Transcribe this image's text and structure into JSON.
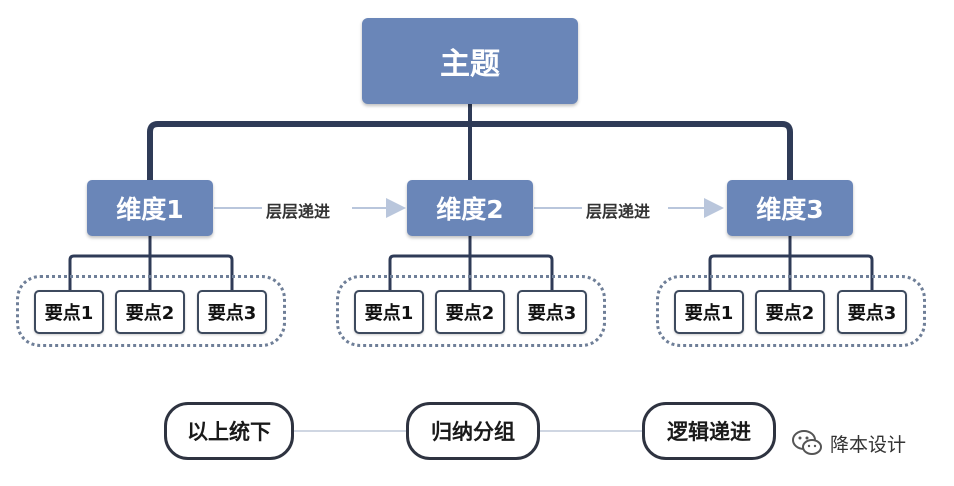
{
  "topic": "主题",
  "dimensions": [
    "维度1",
    "维度2",
    "维度3"
  ],
  "progression_label": "层层递进",
  "points": [
    "要点1",
    "要点2",
    "要点3"
  ],
  "principles": [
    "以上统下",
    "归纳分组",
    "逻辑递进"
  ],
  "watermark": "降本设计",
  "colors": {
    "box_fill": "#6a86b8",
    "connector": "#2f3b57",
    "arrow": "#b9c6dc"
  }
}
